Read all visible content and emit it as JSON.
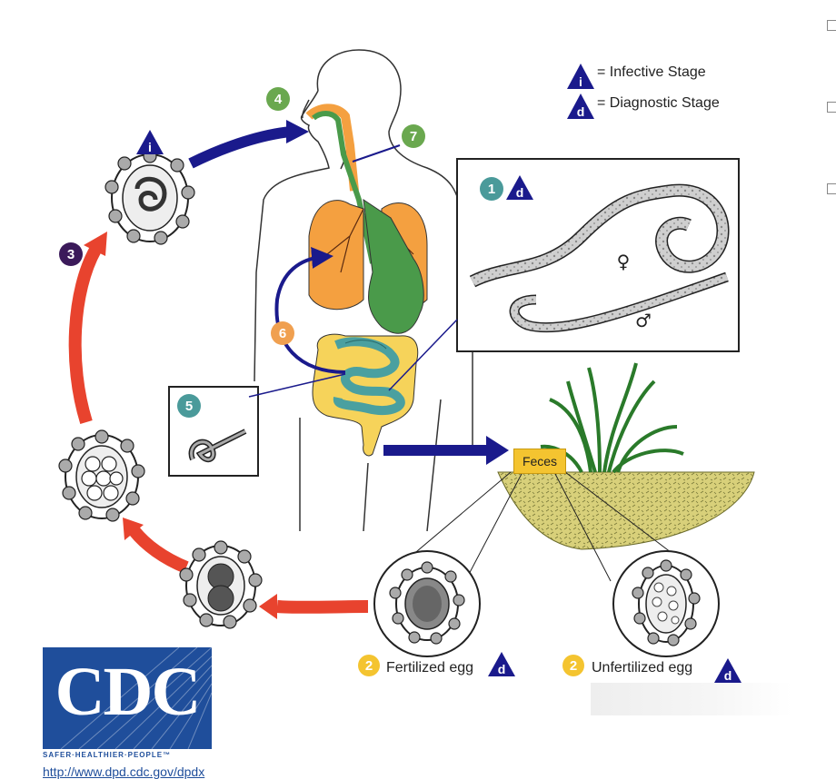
{
  "legend": {
    "infective_symbol": "i",
    "infective_text": "= Infective Stage",
    "diagnostic_symbol": "d",
    "diagnostic_text": "= Diagnostic Stage"
  },
  "steps": {
    "s1": "1",
    "s2a": "2",
    "s2b": "2",
    "s3": "3",
    "s4": "4",
    "s5": "5",
    "s6": "6",
    "s7": "7"
  },
  "labels": {
    "feces": "Feces",
    "fertilized": "Fertilized egg",
    "unfertilized": "Unfertilized egg",
    "female": "♀",
    "male": "♂",
    "infective_i": "i",
    "diag_d": "d"
  },
  "logo": {
    "text": "CDC",
    "tagline": "SAFER·HEALTHIER·PEOPLE™",
    "url": "http://www.dpd.cdc.gov/dpdx"
  },
  "colors": {
    "green_badge": "#6aa84f",
    "teal_badge": "#4a9a9a",
    "purple_badge": "#3b1a5a",
    "yellow_badge": "#f4c430",
    "orange_badge": "#f0a050",
    "navy": "#1a1a8c",
    "red_arrow": "#e8432e",
    "lung_orange": "#f4a040",
    "gut_green": "#4a9a4a",
    "colon_yellow": "#f6d35a",
    "intestine_teal": "#4aa0a0",
    "soil": "#d8d07a",
    "cdc_blue": "#1f4e9b"
  }
}
